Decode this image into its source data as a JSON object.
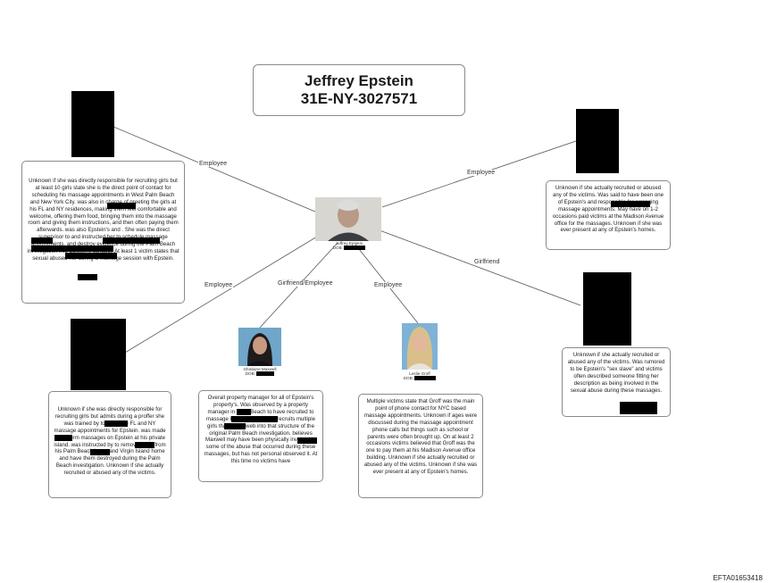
{
  "title": {
    "name": "Jeffrey Epstein",
    "case_number": "31E-NY-3027571"
  },
  "center_person": {
    "caption_name": "Jeffrey Epstein",
    "caption_dob": "DOB:"
  },
  "edges": {
    "employee_top_left": "Employee",
    "employee_top_right": "Employee",
    "girlfriend_right": "Girlfriend",
    "employee_bottom_left": "Employee",
    "girlfriend_employee": "Girlfriend/Employee",
    "employee_bottom_center": "Employee"
  },
  "people": {
    "maxwell": {
      "caption_name": "Ghislaine Maxwell",
      "caption_dob": "DOB:"
    },
    "groff": {
      "caption_name": "Leslie Groff",
      "caption_dob": "DOB:"
    }
  },
  "notes": {
    "top_left": "Unknown if she was directly responsible for recruiting girls but at least 10 girls state she is the direct point of contact for scheduling his massage appointments in West Palm Beach and New York City. was also in charge of greeting the girls at his FL and NY residences, making them feel comfortable and welcome, offering them food, bringing them into the massage room and giving them instructions, and then often paying them afterwards. was also Epstein's and . She was the direct supervisor to and instructed her to schedule massage appointments, and destroy evidence during the Palm Beach investigation into Epstein's conduct. At least 1 victim states that sexual abused her during a massage session with Epstein.",
    "top_right": "Unknown if she actually recruited or abused any of the victims. Was said to have been one of Epstein's and responsible for arranging massage appointments. May have on 1-2 occasions paid victims at the Madison Avenue office for the massages. Unknown if she was ever present at any of Epstein's homes.",
    "bottom_left": "Unknown if she was directly responsible for recruiting girls but admits during a proffer she was trained by to schedule FL and NY massage appointments for Epstein. was made to perform massages on Epstein at his private island. was instructed by to remove items from his Palm Beach home and Virgin Island home and have them destroyed during the Palm Beach investigation. Unknown if she actually recruited or abused any of the victims.",
    "maxwell": "Overall property manager for all of Epstein's property's. Was observed by a property manager in Palm Beach to have recruited to massage Epstein. eventually recruits multiple girls that spider web into that structure of the original Palm Beach investigation. believes Maxwell may have been physically involved in some of the abuse that occurred during these massages, but has not personal observed it. At this time no victims have",
    "groff": "Multiple victims state that Groff was the main point of phone contact for NYC based massage appointments. Unknown if ages were discussed during the massage appointment phone calls but things such as school or parents were often brought up. On at least 2 occasions victims believed that Groff was the one to pay them at his Madison Avenue office building. Unknown if she actually recruited or abused any of the victims. Unknown if she was ever present at any of Epstein's homes.",
    "right": "Unknown if she actually recruited or abused any of the victims. Was rumored to be Epstein's \"sex slave\" and victims often described someone fitting her description as being involved in the sexual abuse during these massages."
  },
  "footer": {
    "bates": "EFTA01653418"
  }
}
